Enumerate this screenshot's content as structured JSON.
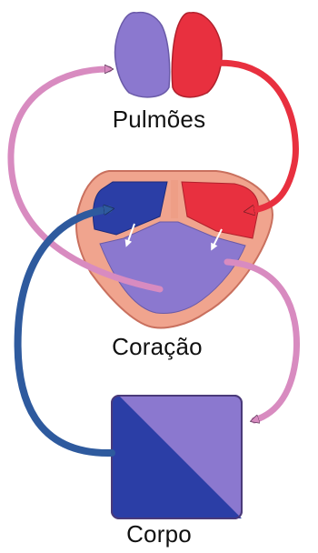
{
  "labels": {
    "lungs": "Pulmões",
    "heart": "Coração",
    "body": "Corpo"
  },
  "colors": {
    "oxygenated_red": "#e8303f",
    "deoxygenated_blue": "#2b3ea6",
    "mixed_purple": "#8b78cf",
    "pulmonary_artery_pink": "#d88bc0",
    "systemic_vein_blue": "#2e5a9e",
    "heart_wall_salmon": "#f0a48e",
    "septum_salmon": "#ee9e86"
  },
  "icons": {
    "lungs": "lungs-icon",
    "heart": "heart-icon",
    "body": "body-square-icon"
  }
}
